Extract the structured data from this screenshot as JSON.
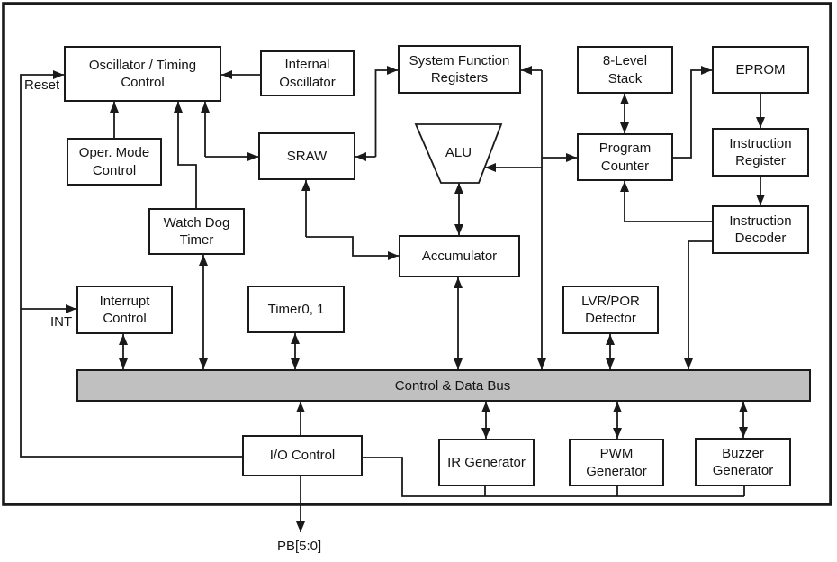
{
  "diagram": {
    "type": "microcontroller-block-diagram",
    "blocks": {
      "osc_timing": {
        "label": "Oscillator / Timing\nControl"
      },
      "internal_osc": {
        "label": "Internal\nOscillator"
      },
      "sfr": {
        "label": "System Function\nRegisters"
      },
      "stack": {
        "label": "8-Level\nStack"
      },
      "eprom": {
        "label": "EPROM"
      },
      "oper_mode": {
        "label": "Oper. Mode\nControl"
      },
      "sraw": {
        "label": "SRAW"
      },
      "alu": {
        "label": "ALU"
      },
      "pc": {
        "label": "Program\nCounter"
      },
      "instr_reg": {
        "label": "Instruction\nRegister"
      },
      "wdt": {
        "label": "Watch Dog\nTimer"
      },
      "instr_dec": {
        "label": "Instruction\nDecoder"
      },
      "acc": {
        "label": "Accumulator"
      },
      "intc": {
        "label": "Interrupt\nControl"
      },
      "timer": {
        "label": "Timer0, 1"
      },
      "lvr": {
        "label": "LVR/POR\nDetector"
      },
      "io": {
        "label": "I/O Control"
      },
      "irgen": {
        "label": "IR Generator"
      },
      "pwm": {
        "label": "PWM\nGenerator"
      },
      "buzzer": {
        "label": "Buzzer\nGenerator"
      }
    },
    "bus": {
      "label": "Control & Data Bus",
      "fill": "#c0c0c0"
    },
    "pin_labels": {
      "reset": "Reset",
      "int": "INT",
      "pb": "PB[5:0]"
    },
    "colors": {
      "line": "#1a1a1a",
      "box_border": "#1a1a1a",
      "bus_fill": "#c0c0c0",
      "background": "#ffffff"
    }
  }
}
